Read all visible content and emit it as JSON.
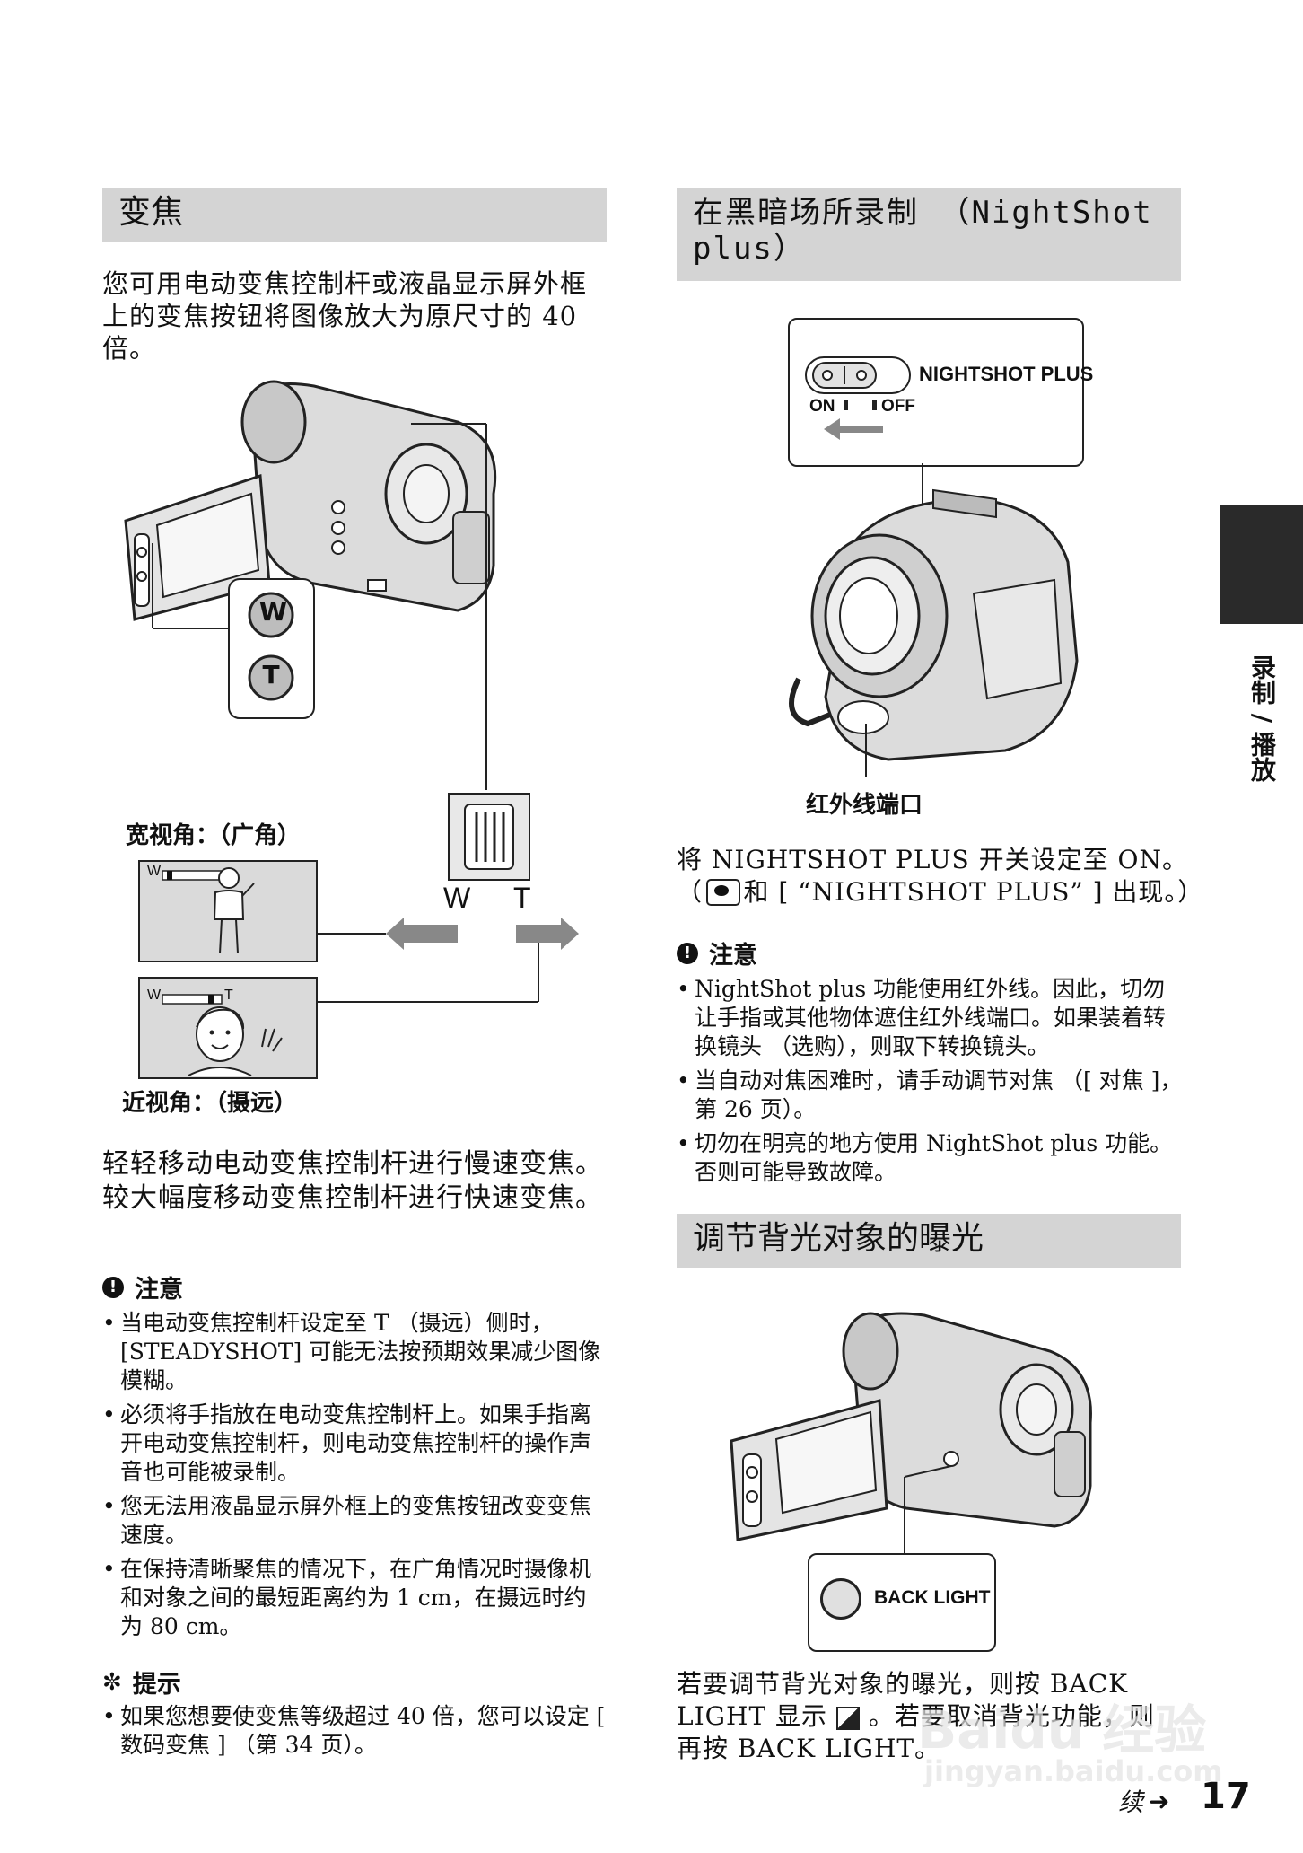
{
  "page": {
    "number": "17",
    "continued_label": "续",
    "side_tab_label": "录制 / 播放"
  },
  "zoom": {
    "heading": "变焦",
    "intro": "您可用电动变焦控制杆或液晶显示屏外框上的变焦按钮将图像放大为原尺寸的 40 倍。",
    "button_w": "W",
    "button_t": "T",
    "lever_w": "W",
    "lever_t": "T",
    "wide_caption": "宽视角：（广角）",
    "tele_caption": "近视角：（摄远）",
    "meter_w": "W",
    "meter_t": "T",
    "body": "轻轻移动电动变焦控制杆进行慢速变焦。较大幅度移动变焦控制杆进行快速变焦。",
    "notes_title": "注意",
    "notes": [
      "当电动变焦控制杆设定至 T （摄远）侧时，[STEADYSHOT] 可能无法按预期效果减少图像模糊。",
      "必须将手指放在电动变焦控制杆上。如果手指离开电动变焦控制杆，则电动变焦控制杆的操作声音也可能被录制。",
      "您无法用液晶显示屏外框上的变焦按钮改变变焦速度。",
      "在保持清晰聚焦的情况下，在广角情况时摄像机和对象之间的最短距离约为 1 cm，在摄远时约为 80 cm。"
    ],
    "tips_title": "提示",
    "tips": [
      "如果您想要使变焦等级超过 40 倍，您可以设定 [ 数码变焦 ] （第 34 页）。"
    ]
  },
  "nightshot": {
    "heading": "在黑暗场所录制 （NightShot plus）",
    "switch_label": "NIGHTSHOT PLUS",
    "on_label": "ON",
    "off_label": "OFF",
    "port_caption": "红外线端口",
    "instruction_line1": "将 NIGHTSHOT PLUS 开关设定至 ON。",
    "instruction_line2_prefix": "（",
    "instruction_line2_suffix": "和 [ “NIGHTSHOT PLUS” ] 出现。）",
    "notes_title": "注意",
    "notes": [
      "NightShot plus 功能使用红外线。因此，切勿让手指或其他物体遮住红外线端口。如果装着转换镜头 （选购），则取下转换镜头。",
      "当自动对焦困难时，请手动调节对焦 （[ 对焦 ]，第 26 页）。",
      "切勿在明亮的地方使用 NightShot plus 功能。否则可能导致故障。"
    ]
  },
  "backlight": {
    "heading": "调节背光对象的曝光",
    "button_label": "BACK LIGHT",
    "body_prefix": "若要调节背光对象的曝光，则按 BACK LIGHT 显示",
    "body_suffix": "。若要取消背光功能，则再按 BACK LIGHT。"
  },
  "watermark": {
    "brand": "Baidu 经验",
    "url": "jingyan.baidu.com"
  }
}
